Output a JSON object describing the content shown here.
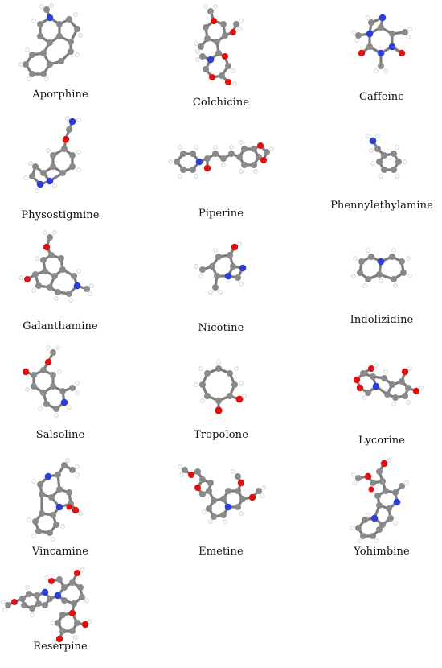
{
  "figure": {
    "molecules": [
      {
        "name": "Aporphine"
      },
      {
        "name": "Colchicine"
      },
      {
        "name": "Caffeine"
      },
      {
        "name": "Physostigmine"
      },
      {
        "name": "Piperine"
      },
      {
        "name": "Phennylethylamine"
      },
      {
        "name": "Galanthamine"
      },
      {
        "name": "Nicotine"
      },
      {
        "name": "Indolizidine"
      },
      {
        "name": "Salsoline"
      },
      {
        "name": "Tropolone"
      },
      {
        "name": "Lycorine"
      },
      {
        "name": "Vincamine"
      },
      {
        "name": "Emetine"
      },
      {
        "name": "Yohimbine"
      },
      {
        "name": "Reserpine"
      }
    ]
  },
  "colors": {
    "carbon": "#8a8a8a",
    "nitrogen": "#2b3fd6",
    "oxygen": "#e01010",
    "hydrogen": "#ffffff",
    "bond": "#7d7d7d"
  }
}
